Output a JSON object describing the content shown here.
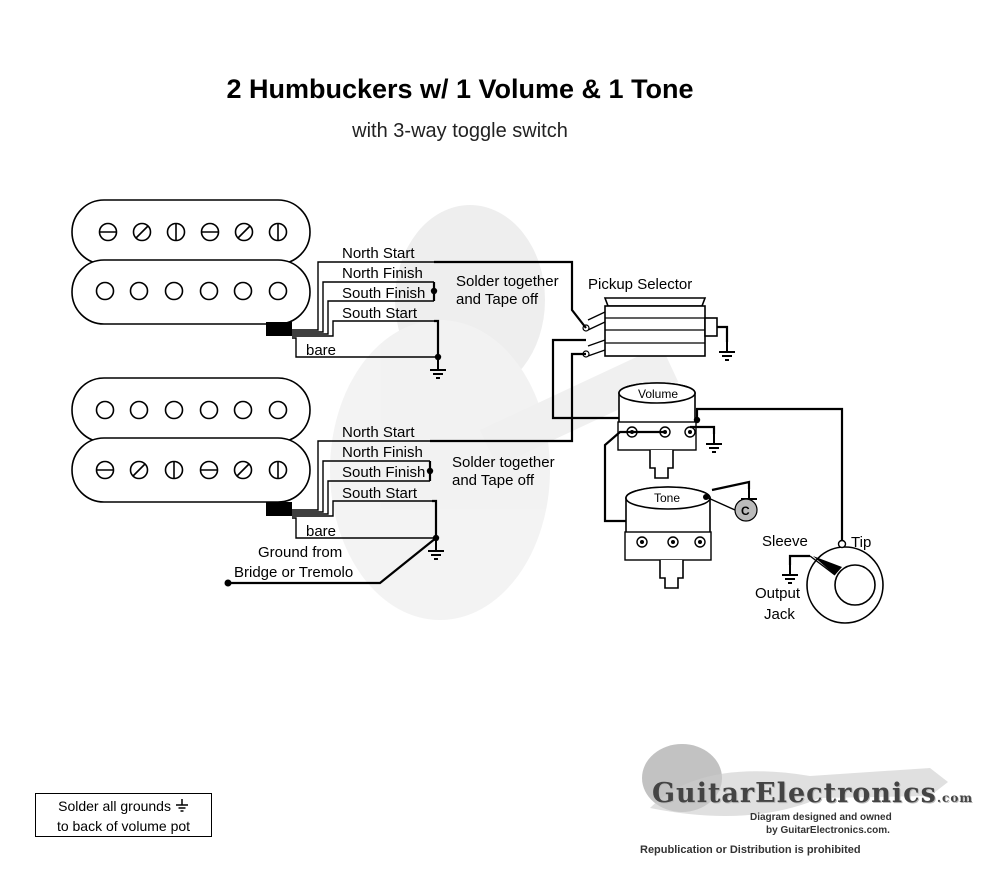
{
  "title": "2 Humbuckers w/ 1 Volume & 1 Tone",
  "subtitle": "with 3-way toggle switch",
  "pickup1": {
    "wires": [
      "North Start",
      "North Finish",
      "South Finish",
      "South Start",
      "bare"
    ],
    "note_line1": "Solder together",
    "note_line2": "and Tape off"
  },
  "pickup2": {
    "wires": [
      "North Start",
      "North Finish",
      "South Finish",
      "South Start",
      "bare"
    ],
    "note_line1": "Solder together",
    "note_line2": "and Tape off"
  },
  "ground_note_line1": "Ground from",
  "ground_note_line2": "Bridge or Tremolo",
  "selector_label": "Pickup Selector",
  "volume_label": "Volume",
  "tone_label": "Tone",
  "capacitor_label": "C",
  "jack": {
    "sleeve": "Sleeve",
    "tip": "Tip",
    "line1": "Output",
    "line2": "Jack"
  },
  "footer_note_line1": "Solder all grounds",
  "footer_note_line2": "to back of volume pot",
  "logo": {
    "name": "GuitarElectronics",
    "com": ".com",
    "line1": "Diagram designed and owned",
    "line2": "by GuitarElectronics.com.",
    "line3": "Republication or Distribution is prohibited"
  },
  "icons": [
    "ground-symbol-icon",
    "capacitor-icon",
    "pole-screw-icon",
    "solder-point-icon"
  ]
}
